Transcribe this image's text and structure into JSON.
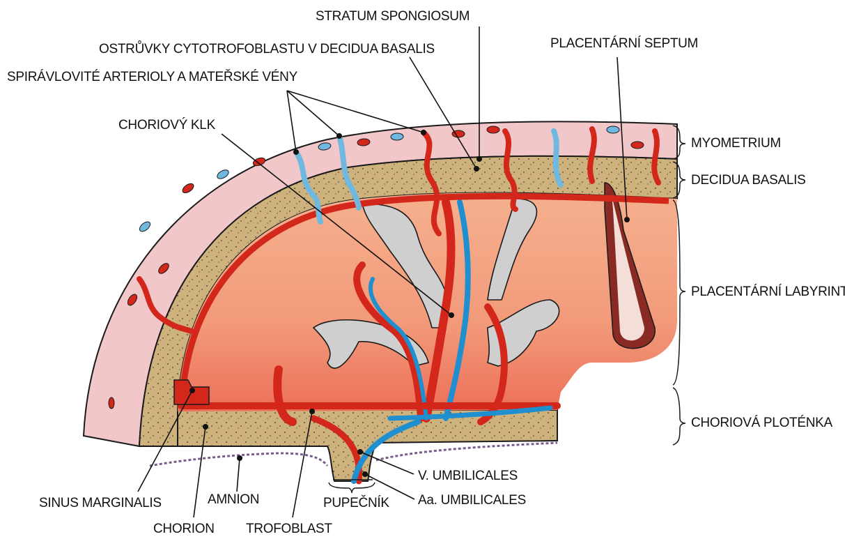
{
  "labels": {
    "stratum_spongiosum": "STRATUM SPONGIOSUM",
    "ostruvky": "OSTRŮVKY CYTOTROFOBLASTU V DECIDUA BASALIS",
    "spiralovite": "SPIRÁVLOVITÉ ARTERIOLY A MATEŘSKÉ VÉNY",
    "placentarni_septum": "PLACENTÁRNÍ SEPTUM",
    "choriovy_klk": "CHORIOVÝ KLK",
    "myometrium": "MYOMETRIUM",
    "decidua_basalis": "DECIDUA BASALIS",
    "placentarni_labyrint": "PLACENTÁRNÍ LABYRINT",
    "choriova_plotenka": "CHORIOVÁ PLOTÉNKA",
    "v_umbilicales": "V. UMBILICALES",
    "aa_umbilicales": "Aa. UMBILICALES",
    "pupecnik": "PUPEČNÍK",
    "trofoblast": "TROFOBLAST",
    "chorion": "CHORION",
    "amnion": "AMNION",
    "sinus_marginalis": "SINUS MARGINALIS"
  },
  "colors": {
    "myometrium": "#f2c7c9",
    "decidua": "#cdb27d",
    "labyrinth_top": "#f4a987",
    "labyrinth_bottom": "#ef7d63",
    "artery": "#d4271c",
    "vein": "#6fb9e0",
    "umbilical_vein": "#1f8fd0",
    "villus": "#cfcfcf",
    "outline": "#1a1a1a"
  }
}
